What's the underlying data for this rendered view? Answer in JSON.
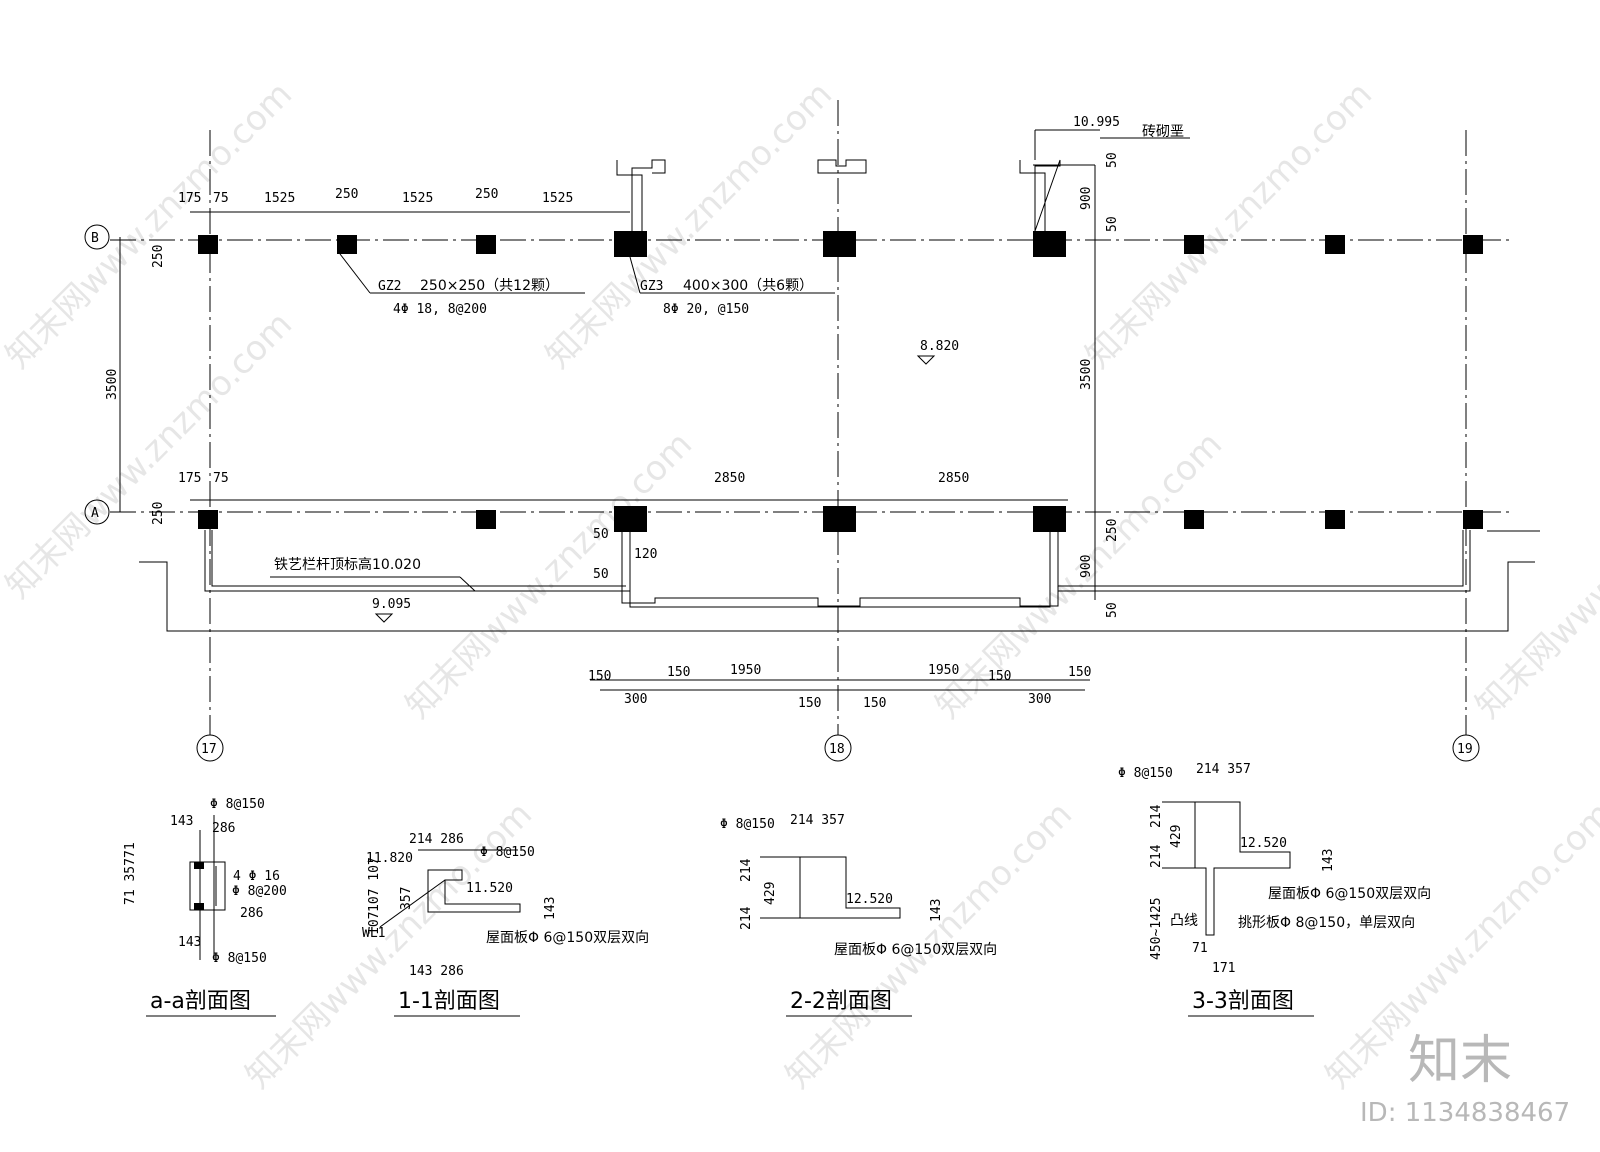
{
  "plan": {
    "axes": {
      "row_b": "B",
      "row_a": "A",
      "col_17": "17",
      "col_18": "18",
      "col_19": "19"
    },
    "dims_top": [
      "175",
      "75",
      "1525",
      "250",
      "1525",
      "250",
      "1525"
    ],
    "dims_mid": [
      "175",
      "75",
      "2850",
      "2850"
    ],
    "dim_250_b": "250",
    "dim_3500_left": "3500",
    "dim_250_a": "250",
    "dim_3500_right": "3500",
    "dim_900_top": "900",
    "dim_50_top_a": "50",
    "dim_50_top_b": "50",
    "dim_250_right": "250",
    "dim_900_bot": "900",
    "dim_50_bot": "50",
    "dim_50_left_1": "50",
    "dim_120": "120",
    "dim_50_left_2": "50",
    "gz2_label": "GZ2",
    "gz2_size": "250×250（共12颗）",
    "gz2_rebar": "4Φ  18,   8@200",
    "gz3_label": "GZ3",
    "gz3_size": "400×300（共6颗）",
    "gz3_rebar": "8Φ  20,    @150",
    "elev_8820": "8.820",
    "elev_10995": "10.995",
    "brick_label": "砖砌垩",
    "railing_label": "铁艺栏杆顶标高10.020",
    "elev_9095": "9.095",
    "bottom_dims": [
      "150",
      "150",
      "1950",
      "300",
      "150",
      "150",
      "1950",
      "150",
      "150",
      "300"
    ]
  },
  "sections": {
    "aa": {
      "title": "a-a剖面图",
      "t_phi8_150_top": "Φ  8@150",
      "t_143_top": "143",
      "t_286_top": "286",
      "t_71_top": "71",
      "t_357": "71 357",
      "t_71_bot": "71",
      "t_4phi16": "4 Φ  16",
      "t_phi8_200": "Φ  8@200",
      "t_286_bot": "286",
      "t_143_bot": "143",
      "t_phi8_150_bot": "Φ  8@150"
    },
    "s11": {
      "title": "1-1剖面图",
      "t_214_286": "214 286",
      "t_11820": "11.820",
      "t_phi8_150": "Φ   8@150",
      "t_107_107": "107 107",
      "t_357": "357",
      "t_11520": "11.520",
      "t_107": "107",
      "t_143": "143",
      "t_wl1": "WL1",
      "t_roof": "屋面板Φ   6@150双层双向",
      "t_143_286": "143  286"
    },
    "s22": {
      "title": "2-2剖面图",
      "t_phi8_150": "Φ  8@150",
      "t_214_357": "214 357",
      "t_214_top": "214",
      "t_429": "429",
      "t_12520": "12.520",
      "t_214_bot": "214",
      "t_143": "143",
      "t_roof": "屋面板Φ   6@150双层双向"
    },
    "s33": {
      "title": "3-3剖面图",
      "t_phi8_150": "Φ  8@150",
      "t_214_357": "214 357",
      "t_214_top": "214",
      "t_429": "429",
      "t_214_mid": "214",
      "t_12520": "12.520",
      "t_143": "143",
      "t_roof": "屋面板Φ   6@150双层双向",
      "t_range": "450~1425",
      "t_tuxian": "凸线",
      "t_cant": "挑形板Φ   8@150，单层双向",
      "t_71": "71",
      "t_171": "171"
    }
  },
  "watermark": {
    "text": "知末网www.znzmo.com",
    "brand": "知末",
    "id": "ID: 1134838467"
  }
}
